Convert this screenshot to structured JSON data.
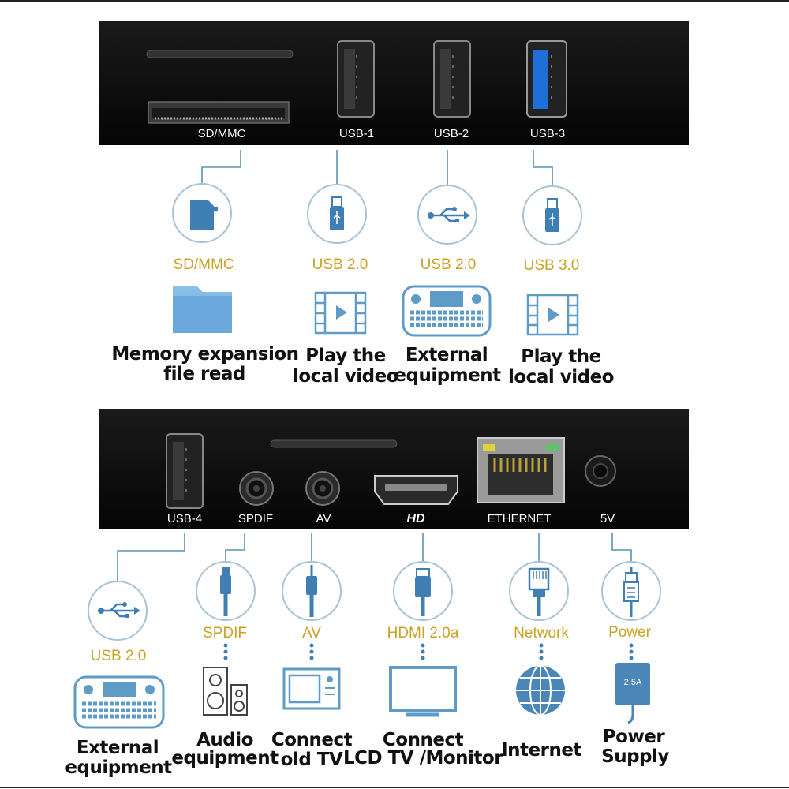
{
  "top_panel": {
    "ports": [
      "SD/MMC",
      "USB-1",
      "USB-2",
      "USB-3"
    ],
    "features": [
      {
        "category": "SD/MMC",
        "description": [
          "Memory expansion",
          "file read"
        ]
      },
      {
        "category": "USB 2.0",
        "description": [
          "Play the",
          "local video"
        ]
      },
      {
        "category": "USB 2.0",
        "description": [
          "External",
          "equipment"
        ]
      },
      {
        "category": "USB 3.0",
        "description": [
          "Play the",
          "local video"
        ]
      }
    ]
  },
  "bottom_panel": {
    "ports": [
      "USB-4",
      "SPDIF",
      "AV",
      "HD",
      "ETHERNET",
      "5V"
    ],
    "features": [
      {
        "category": "USB 2.0",
        "description": [
          "External",
          "equipment"
        ]
      },
      {
        "category": "SPDIF",
        "description": [
          "Audio",
          "equipment"
        ]
      },
      {
        "category": "AV",
        "description": [
          "Connect",
          "old TV"
        ]
      },
      {
        "category": "HDMI 2.0a",
        "description": [
          "Connect",
          "LCD TV /Monitor"
        ]
      },
      {
        "category": "Network",
        "description": [
          "Internet"
        ]
      },
      {
        "category": "Power",
        "description": [
          "Power",
          "Supply"
        ]
      }
    ],
    "adapter_text": "2.5A"
  },
  "colors": {
    "accent": "#c9a227",
    "icon_blue": "#3f7fb3",
    "device": "#0b0b0b",
    "usb3_blue": "#1e6fd9"
  }
}
